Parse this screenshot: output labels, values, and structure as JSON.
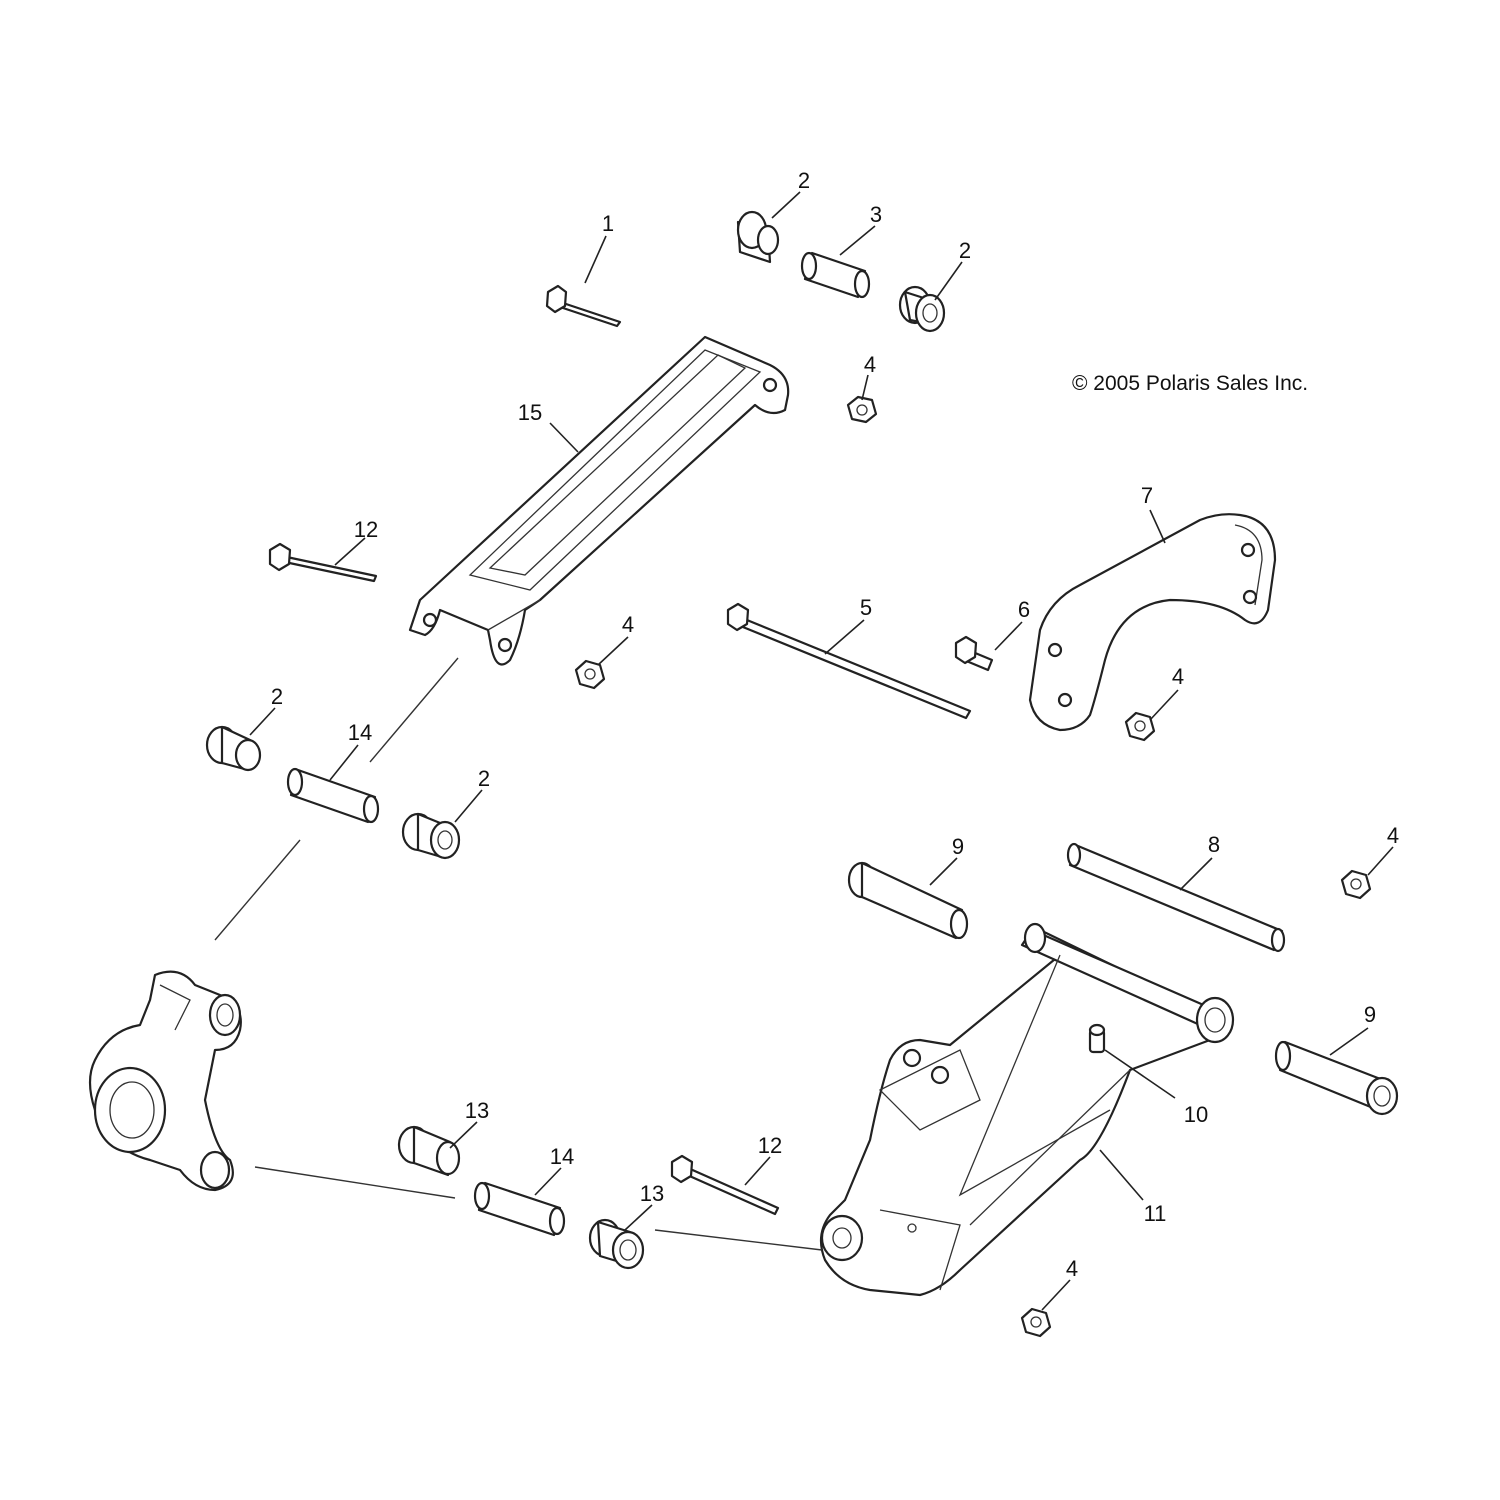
{
  "copyright": "© 2005 Polaris Sales Inc.",
  "callouts": {
    "c1": "1",
    "c2a": "2",
    "c2b": "2",
    "c2c": "2",
    "c2d": "2",
    "c3": "3",
    "c4a": "4",
    "c4b": "4",
    "c4c": "4",
    "c4d": "4",
    "c4e": "4",
    "c5": "5",
    "c6": "6",
    "c7": "7",
    "c8": "8",
    "c9a": "9",
    "c9b": "9",
    "c10": "10",
    "c11": "11",
    "c12a": "12",
    "c12b": "12",
    "c13a": "13",
    "c13b": "13",
    "c14a": "14",
    "c14b": "14",
    "c15": "15"
  }
}
